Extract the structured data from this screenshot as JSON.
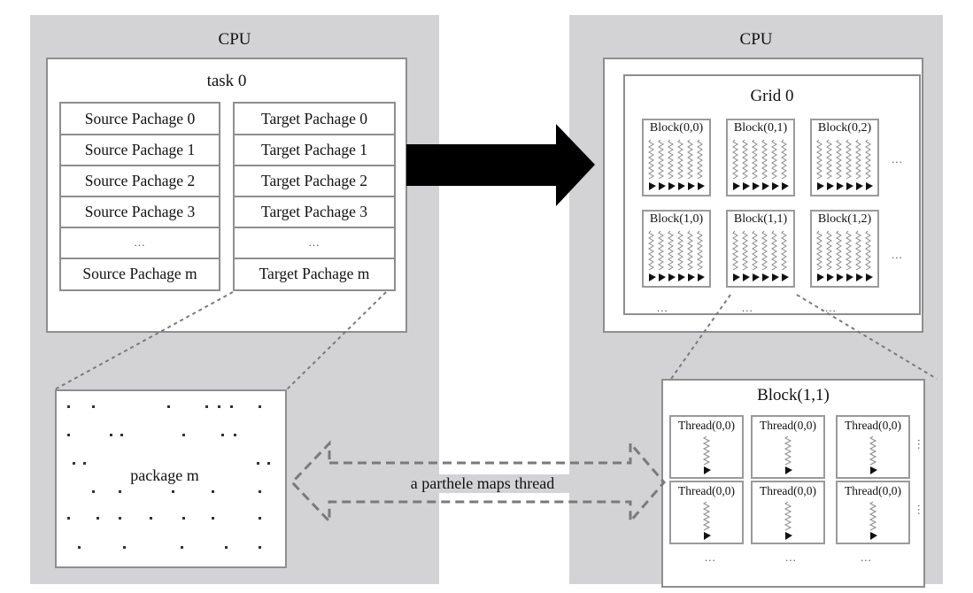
{
  "left_panel": {
    "title": "CPU"
  },
  "right_panel": {
    "title": "CPU"
  },
  "task": {
    "title": "task 0",
    "source_packages": [
      "Source Pachage 0",
      "Source Pachage 1",
      "Source Pachage 2",
      "Source Pachage 3",
      "...",
      "Source Pachage m"
    ],
    "target_packages": [
      "Target Pachage 0",
      "Target Pachage 1",
      "Target Pachage 2",
      "Target Pachage 3",
      "...",
      "Target Pachage m"
    ]
  },
  "package_detail": {
    "label": "package m"
  },
  "grid": {
    "title": "Grid 0",
    "blocks": [
      [
        "Block(0,0)",
        "Block(0,1)",
        "Block(0,2)"
      ],
      [
        "Block(1,0)",
        "Block(1,1)",
        "Block(1,2)"
      ]
    ],
    "ellipsis": "..."
  },
  "block_detail": {
    "title": "Block(1,1)",
    "threads": [
      [
        "Thread(0,0)",
        "Thread(0,0)",
        "Thread(0,0)"
      ],
      [
        "Thread(0,0)",
        "Thread(0,0)",
        "Thread(0,0)"
      ]
    ],
    "ellipsis": "..."
  },
  "mapping_arrow": {
    "label": "a parthele maps thread"
  },
  "colors": {
    "panel": "#d3d3d5",
    "border": "#8e8e8e",
    "arrow": "#000000",
    "dashed": "#7a7a7a"
  }
}
